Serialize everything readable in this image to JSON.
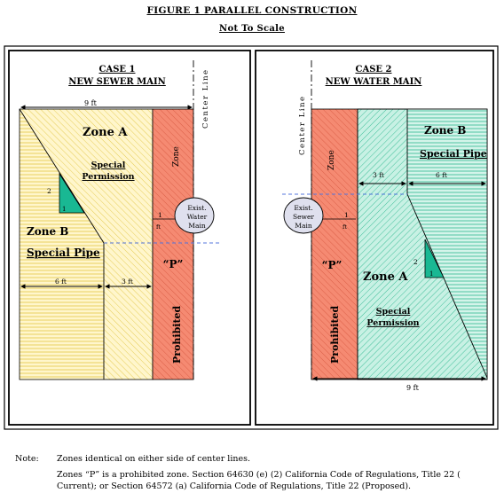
{
  "figure": {
    "title": "FIGURE 1   PARALLEL CONSTRUCTION",
    "subtitle": "Not To Scale"
  },
  "case1": {
    "heading": "CASE 1",
    "subheading": "NEW SEWER MAIN",
    "width_label": "9 ft",
    "zone_a": "Zone A",
    "special": "Special",
    "permission": "Permission",
    "zone_b": "Zone B",
    "special_pipe": "Special Pipe",
    "dim_6ft": "6 ft",
    "dim_3ft": "3 ft",
    "slope_2": "2",
    "slope_1": "1",
    "zone_vertical": "Zone",
    "p_label": "“P”",
    "prohibited": "Prohibited",
    "centerline": "Center Line",
    "gap_1": "1",
    "gap_ft": "ft",
    "existing_line1": "Exist.",
    "existing_line2": "Water",
    "existing_line3": "Main"
  },
  "case2": {
    "heading": "CASE 2",
    "subheading": "NEW WATER MAIN",
    "width_label": "9 ft",
    "zone_a": "Zone A",
    "special": "Special",
    "permission": "Permission",
    "zone_b": "Zone B",
    "special_pipe": "Special Pipe",
    "dim_6ft": "6 ft",
    "dim_3ft": "3 ft",
    "slope_2": "2",
    "slope_1": "1",
    "zone_vertical": "Zone",
    "p_label": "“P”",
    "prohibited": "Prohibited",
    "centerline": "Center Line",
    "gap_1": "1",
    "gap_ft": "ft",
    "existing_line1": "Exist.",
    "existing_line2": "Sewer",
    "existing_line3": "Main"
  },
  "notes": {
    "label": "Note:",
    "line1": "Zones identical on either side of center lines.",
    "line2": "Zones “P” is a prohibited zone. Section 64630 (e) (2) California Code of Regulations, Title 22 ( Current); or Section 64572 (a) California Code of Regulations, Title 22 (Proposed)."
  },
  "colors": {
    "zone_a_fill": "#fff4c2",
    "zone_a_hatch": "#e8cf5a",
    "zone_p_fill": "#f4826b",
    "zone_p_hatch": "#d95a44",
    "case2_fill": "#c2efe1",
    "case2_hatch": "#3cbc96",
    "triangle": "#19b893",
    "main_circle": "#dfe0ee",
    "dashed_line": "#5577dd"
  }
}
